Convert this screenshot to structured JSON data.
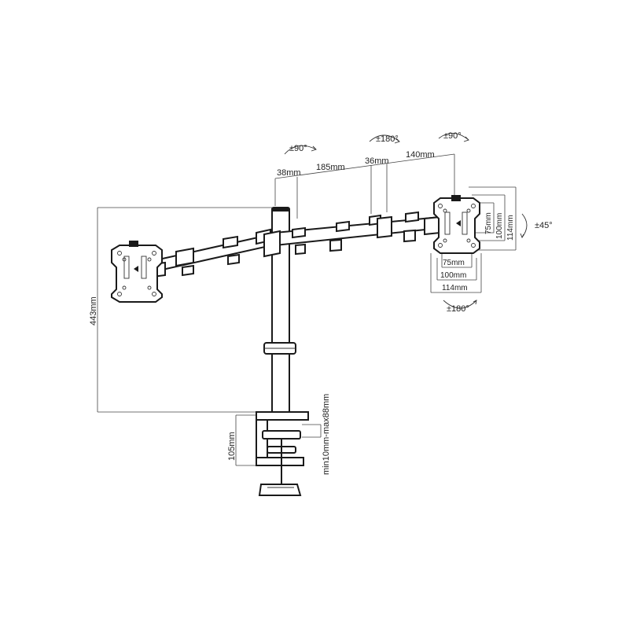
{
  "dimensions": {
    "seg_38": "38mm",
    "seg_185": "185mm",
    "seg_36": "36mm",
    "seg_140": "140mm",
    "height_443": "443mm",
    "clamp_105": "105mm",
    "desk_thickness": "min10mm-max88mm",
    "vesa_h_75": "75mm",
    "vesa_h_100": "100mm",
    "vesa_h_114": "114mm",
    "vesa_w_75": "75mm",
    "vesa_w_100": "100mm",
    "vesa_w_114": "114mm"
  },
  "rotations": {
    "arm_swivel": "±90°",
    "elbow": "±180°",
    "head_swivel": "±90°",
    "tilt": "±45°",
    "rotate": "±180°"
  }
}
